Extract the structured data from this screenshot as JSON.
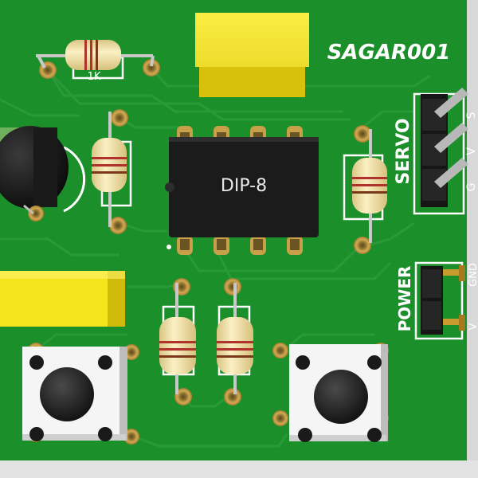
{
  "board": {
    "brand_text": "SAGAR001",
    "ic_label": "DIP-8",
    "servo_label": "SERVO",
    "power_label": "POWER",
    "servo_pin_labels": [
      "S",
      "V",
      "G"
    ],
    "power_pin_labels": [
      "GND",
      "V"
    ],
    "resistor_silk_label": "1K"
  },
  "colors": {
    "pcb_green": "#1a8f2a",
    "pcb_trace": "#228f31",
    "pad_gold": "#c8a04a",
    "silkscreen": "#ffffff",
    "capacitor_yellow": "#f2e21c",
    "ic_black": "#1b1b1b",
    "resistor_body": "#f1e0a3",
    "resistor_band": "#b0322c",
    "header_black": "#161616",
    "pin_metal": "#b8b8b8",
    "pin_gold": "#c99a2e",
    "background": "#e6e6e6"
  }
}
